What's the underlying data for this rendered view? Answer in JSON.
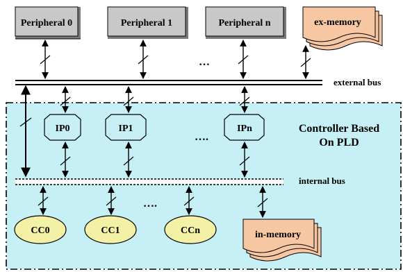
{
  "colors": {
    "region_fill": "#c6f0f5",
    "region_border": "#000000",
    "peripheral_fill": "#c8c8c8",
    "peripheral_shade": "#7a7a7a",
    "ip_fill": "#c6f0f5",
    "cc_fill": "#f3f1a6",
    "memory_fill": "#f6c7a2",
    "line": "#000000"
  },
  "peripherals": [
    {
      "label": "Peripheral 0"
    },
    {
      "label": "Peripheral 1"
    },
    {
      "label": "Peripheral n"
    }
  ],
  "peripheral_ellipsis": "…",
  "ex_memory": {
    "label": "ex-memory"
  },
  "external_bus": {
    "label": "external bus"
  },
  "region": {
    "title_line1": "Controller Based",
    "title_line2": "On PLD"
  },
  "ips": [
    {
      "label": "IP0"
    },
    {
      "label": "IP1"
    },
    {
      "label": "IPn"
    }
  ],
  "ip_ellipsis": "….",
  "internal_bus": {
    "label": "internal bus"
  },
  "ccs": [
    {
      "label": "CC0"
    },
    {
      "label": "CC1"
    },
    {
      "label": "CCn"
    }
  ],
  "cc_ellipsis": "….",
  "in_memory": {
    "label": "in-memory"
  }
}
